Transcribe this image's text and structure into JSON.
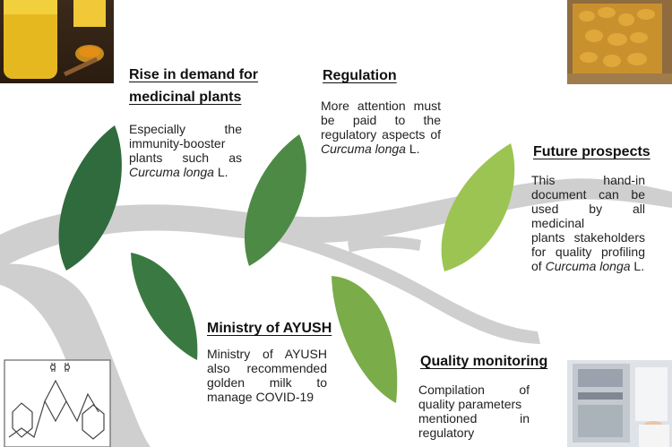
{
  "sections": {
    "rise": {
      "title_line1": "Rise in demand for",
      "title_line2": "medicinal plants",
      "line1": "Especially the",
      "line2": "immunity-booster",
      "line3": "plants such as",
      "species": "Curcuma longa",
      "suffix": " L."
    },
    "regulation": {
      "title": "Regulation",
      "line1": "More attention must",
      "line2": "be paid to the",
      "line3": "regulatory aspects of",
      "species": "Curcuma longa",
      "suffix": " L."
    },
    "future": {
      "title": "Future prospects",
      "line1": "This hand-in",
      "line2": "document can be",
      "line3": "used by all medicinal",
      "line4": "plants stakeholders",
      "line5": "for quality profiling",
      "line6_prefix": "of ",
      "species": "Curcuma longa",
      "suffix": " L."
    },
    "ayush": {
      "title": "Ministry of AYUSH",
      "line1": "Ministry of AYUSH",
      "line2": "also recommended",
      "line3": "golden milk to",
      "line4": "manage COVID-19"
    },
    "quality": {
      "title": "Quality monitoring",
      "line1": "Compilation of",
      "line2": "quality parameters",
      "line3": "mentioned in",
      "line4": "regulatory"
    }
  },
  "colors": {
    "branch": "#cfcfcf",
    "leaf_dark": "#2f6b3c",
    "leaf_mid": "#4a8a46",
    "leaf_light": "#7dac48",
    "leaf_lime": "#9cc453"
  },
  "icons": {
    "golden_milk_photo": "golden-milk-photo",
    "turmeric_rhizomes_photo": "turmeric-rhizomes-photo",
    "curcumin_structure": "chemical-structure",
    "lab_instrument_photo": "lab-instrument-photo"
  }
}
